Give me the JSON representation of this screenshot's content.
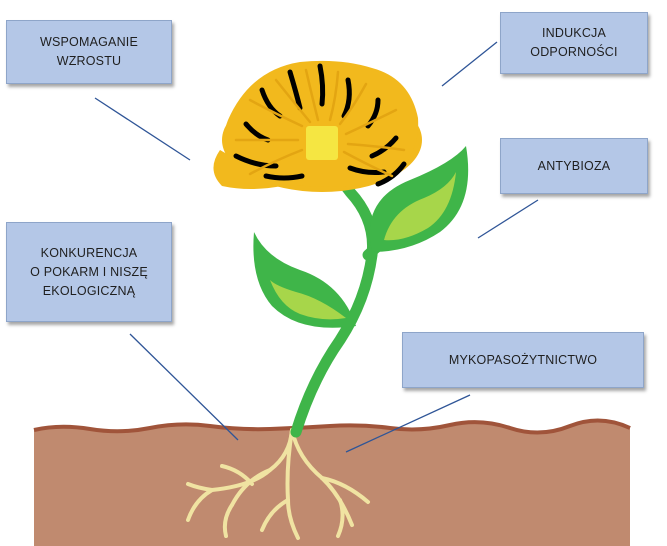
{
  "labels": {
    "growth": {
      "line1": "WSPOMAGANIE",
      "line2": "WZROSTU"
    },
    "immunity": {
      "line1": "INDUKCJA",
      "line2": "ODPORNOŚCI"
    },
    "antibiosis": {
      "line1": "ANTYBIOZA"
    },
    "competition": {
      "line1": "KONKURENCJA",
      "line2": "O POKARM I NISZĘ",
      "line3": "EKOLOGICZNĄ"
    },
    "mycoparasitism": {
      "line1": "MYKOPASOŻYTNICTWO"
    }
  },
  "colors": {
    "label_fill": "#b4c7e7",
    "petal": "#f2b91d",
    "petal_stripe": "#000000",
    "flower_center": "#f5e642",
    "stem": "#3fb549",
    "leaf": "#7cc84f",
    "soil": "#c08a6f",
    "soil_edge": "#a0543a",
    "roots": "#f0e3a2",
    "pointer_line": "#2f5597"
  },
  "icons": [
    "flower",
    "stem",
    "leaf",
    "soil",
    "roots"
  ]
}
